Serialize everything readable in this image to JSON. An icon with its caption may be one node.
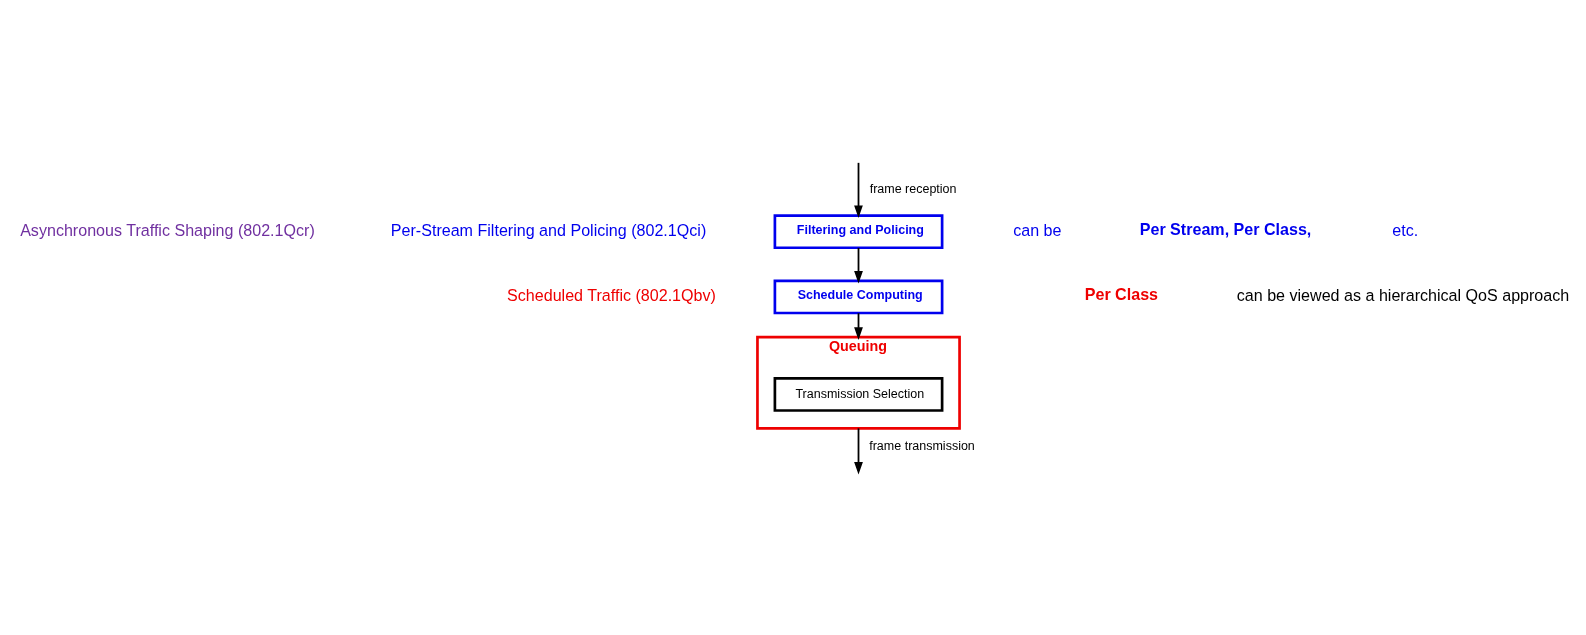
{
  "diagram": {
    "nodes": [
      {
        "text": [
          "Filtering and Policing"
        ]
      },
      {
        "text": [
          "Schedule Computing"
        ]
      },
      {
        "text": [
          "Queuing"
        ]
      },
      {
        "text": [
          "Transmission Selection"
        ],
        "in": 2
      }
    ],
    "edges": [
      {
        "from": null,
        "to": 0,
        "arrow": "to",
        "label": "frame reception"
      },
      {
        "from": 0,
        "to": 1,
        "arrow": "to"
      },
      {
        "from": 1,
        "to": 2,
        "arrow": "to"
      },
      {
        "from": 2,
        "to": null,
        "arrow": "to",
        "label": "frame transmission"
      }
    ],
    "labels": [
      "Asynchronous Traffic Shaping (802.1Qcr)",
      "Per-Stream Filtering and Policing (802.1Qci)",
      "Scheduled Traffic (802.1Qbv)",
      "can be",
      "Per Stream, Per Class,",
      "etc.",
      "Per Class",
      "can be viewed as a hierarchical QoS approach"
    ]
  }
}
